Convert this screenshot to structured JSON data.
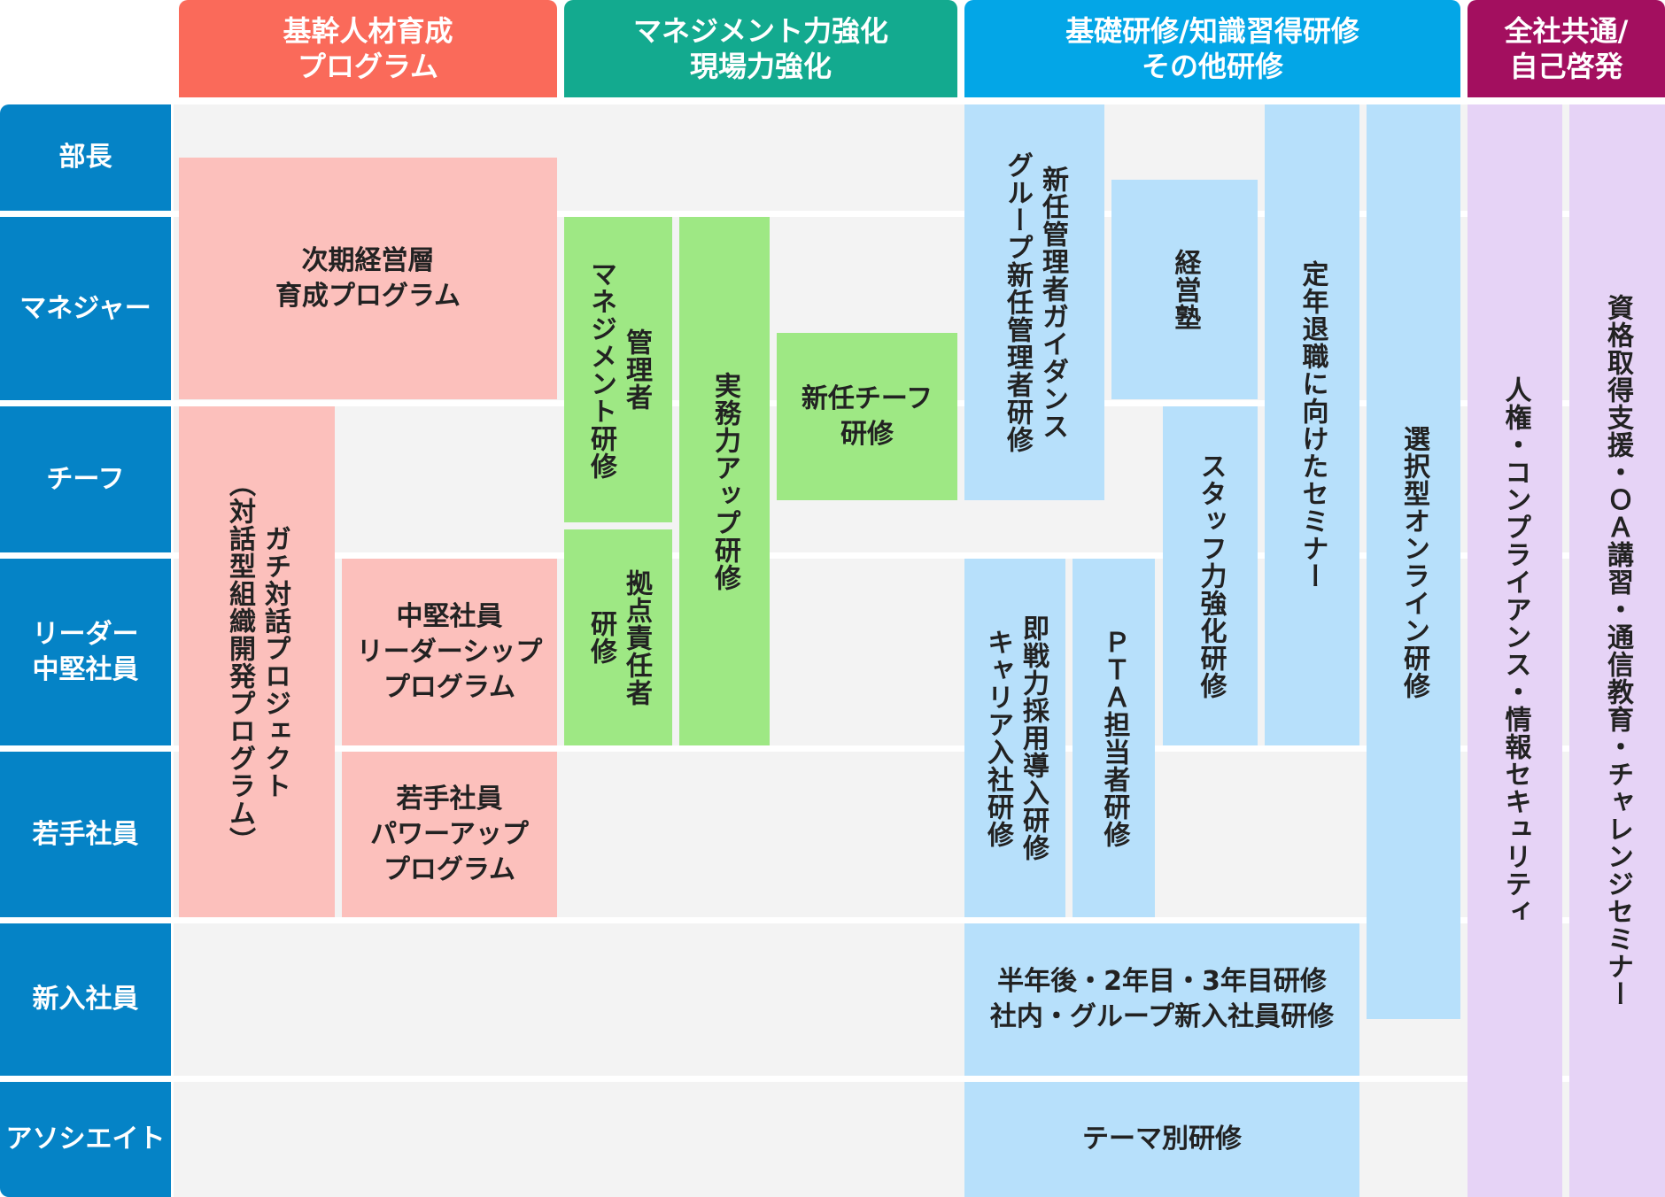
{
  "colors": {
    "header_core": "#fa6a5a",
    "header_mgmt": "#13aa8f",
    "header_basic": "#03a6e7",
    "header_common": "#a30f5f",
    "level_bg": "#0583c6",
    "cell_pink": "#fcc0bc",
    "cell_green": "#9ee884",
    "cell_blue": "#b7e0fb",
    "cell_purple": "#e6d3f6"
  },
  "headers": {
    "core": "基幹人材育成\nプログラム",
    "mgmt": "マネジメント力強化\n現場力強化",
    "basic": "基礎研修/知識習得研修\nその他研修",
    "common": "全社共通/\n自己啓発"
  },
  "levels": {
    "bucho": "部長",
    "manager": "マネジャー",
    "chief": "チーフ",
    "leader": "リーダー\n中堅社員",
    "young": "若手社員",
    "newcomer": "新入社員",
    "associate": "アソシエイト"
  },
  "programs": {
    "next_exec": "次期経営層\n育成プログラム",
    "gachi": "ガチ対話プロジェクト\n（対話型組織開発プログラム）",
    "mid_leadership": "中堅社員\nリーダーシップ\nプログラム",
    "young_powerup": "若手社員\nパワーアップ\nプログラム",
    "manager_training": "管理者\nマネジメント研修",
    "site_manager": "拠点責任者\n研修",
    "practical": "実務力アップ研修",
    "new_chief": "新任チーフ\n研修",
    "new_manager_guidance": "新任管理者ガイダンス\nグループ新任管理者研修",
    "keiei_juku": "経営塾",
    "retirement": "定年退職に向けたセミナー",
    "staff_power": "スタッフ力強化研修",
    "online": "選択型オンライン研修",
    "career_hire": "即戦力採用導入研修\nキャリア入社研修",
    "pta": "ＰＴＡ担当者研修",
    "followup": "半年後・2年目・3年目研修\n社内・グループ新入社員研修",
    "theme": "テーマ別研修",
    "compliance": "人権・コンプライアンス・情報セキュリティ",
    "qualification": "資格取得支援・ＯＡ講習・通信教育・チャレンジセミナー"
  }
}
